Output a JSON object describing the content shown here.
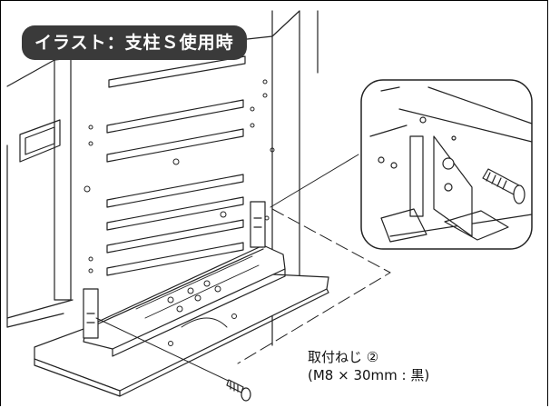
{
  "badge": {
    "text": "イラスト：支柱Ｓ使用時"
  },
  "callout": {
    "line1": "取付ねじ ②",
    "line2": "(M8 × 30mm : 黒)"
  },
  "icons": [
    "screw-icon",
    "bolt-icon"
  ],
  "colors": {
    "badge_bg": "#3a3a3a",
    "line": "#222222",
    "paper": "#ffffff"
  }
}
